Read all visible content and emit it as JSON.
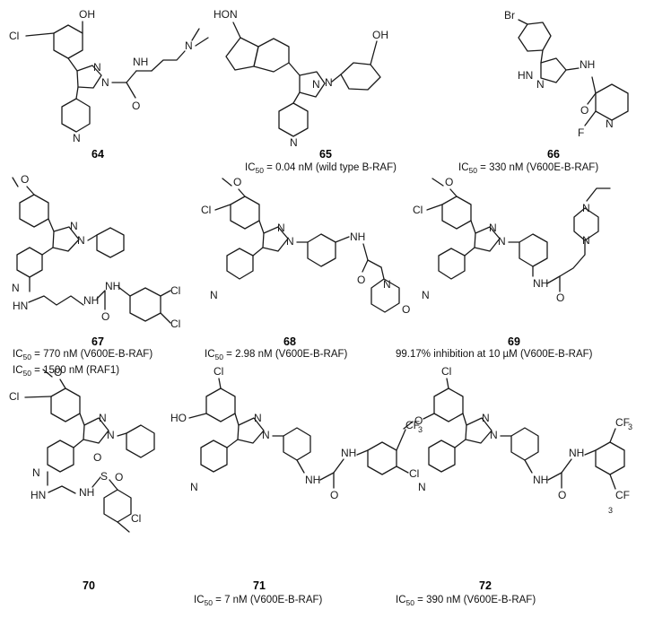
{
  "compounds": [
    {
      "id": "64",
      "captions": []
    },
    {
      "id": "65",
      "captions": [
        "IC50 = 0.04 nM (wild type B-RAF)"
      ]
    },
    {
      "id": "66",
      "captions": [
        "IC50 = 330 nM (V600E-B-RAF)"
      ]
    },
    {
      "id": "67",
      "captions": [
        "IC50 = 770 nM (V600E-B-RAF)",
        "IC50 = 1500 nM (RAF1)"
      ]
    },
    {
      "id": "68",
      "captions": [
        "IC50 = 2.98 nM (V600E-B-RAF)"
      ]
    },
    {
      "id": "69",
      "captions": [
        "99.17% inhibition at 10 µM (V600E-B-RAF)"
      ]
    },
    {
      "id": "70",
      "captions": []
    },
    {
      "id": "71",
      "captions": [
        "IC50 = 7 nM (V600E-B-RAF)"
      ]
    },
    {
      "id": "72",
      "captions": [
        "IC50 = 390 nM (V600E-B-RAF)"
      ]
    }
  ],
  "atoms": {
    "OH": "OH",
    "Cl": "Cl",
    "N": "N",
    "NH": "NH",
    "HN": "HN",
    "O": "O",
    "HO": "HO",
    "Br": "Br",
    "F": "F",
    "HON": "HO",
    "S": "S",
    "CF3": "CF",
    "sub3": "3"
  }
}
